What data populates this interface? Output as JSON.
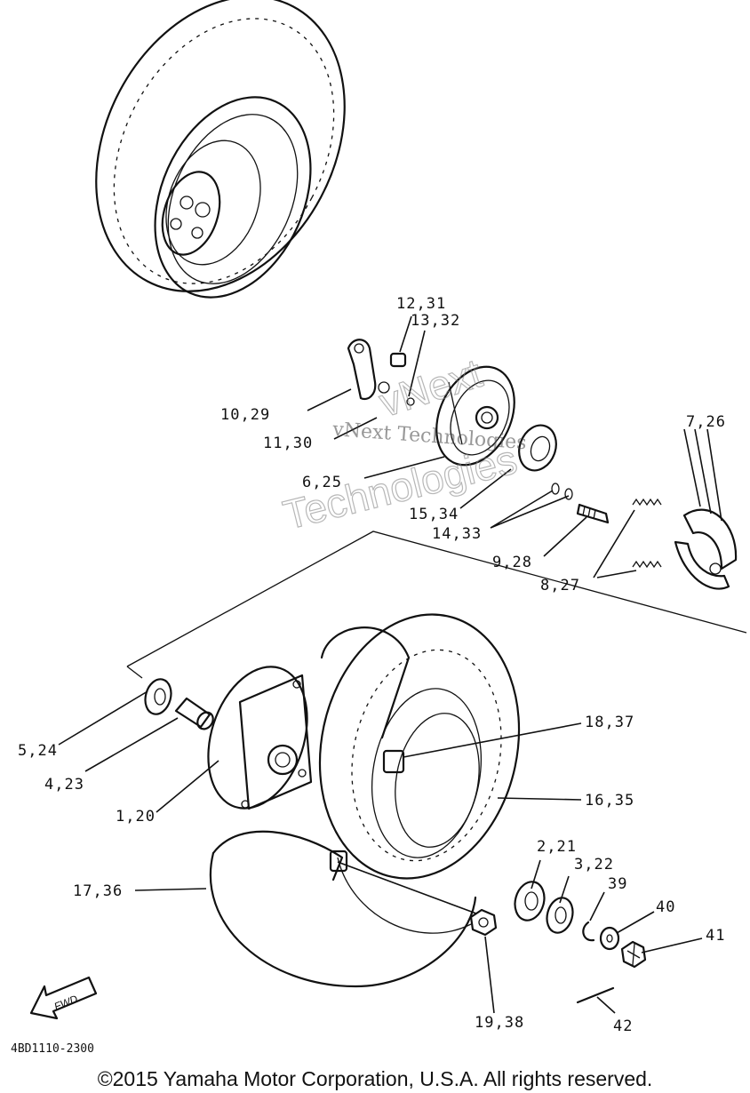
{
  "callouts": [
    {
      "id": "c12",
      "text": "12,31"
    },
    {
      "id": "c13",
      "text": "13,32"
    },
    {
      "id": "c10",
      "text": "10,29"
    },
    {
      "id": "c11",
      "text": "11,30"
    },
    {
      "id": "c6",
      "text": "6,25"
    },
    {
      "id": "c15",
      "text": "15,34"
    },
    {
      "id": "c14",
      "text": "14,33"
    },
    {
      "id": "c7",
      "text": "7,26"
    },
    {
      "id": "c9",
      "text": "9,28"
    },
    {
      "id": "c8",
      "text": "8,27"
    },
    {
      "id": "c5",
      "text": "5,24"
    },
    {
      "id": "c4",
      "text": "4,23"
    },
    {
      "id": "c1",
      "text": "1,20"
    },
    {
      "id": "c18",
      "text": "18,37"
    },
    {
      "id": "c16",
      "text": "16,35"
    },
    {
      "id": "c2",
      "text": "2,21"
    },
    {
      "id": "c3",
      "text": "3,22"
    },
    {
      "id": "c39",
      "text": "39"
    },
    {
      "id": "c40",
      "text": "40"
    },
    {
      "id": "c41",
      "text": "41"
    },
    {
      "id": "c17",
      "text": "17,36"
    },
    {
      "id": "c19",
      "text": "19,38"
    },
    {
      "id": "c42",
      "text": "42"
    }
  ],
  "fwd_label": "FWD",
  "diagram_code": "4BD1110-2300",
  "copyright": "©2015 Yamaha Motor Corporation, U.S.A. All rights reserved.",
  "watermark": {
    "line1": "vNext Technologies",
    "line2_a": "vNext",
    "line2_b": "Technologies"
  }
}
